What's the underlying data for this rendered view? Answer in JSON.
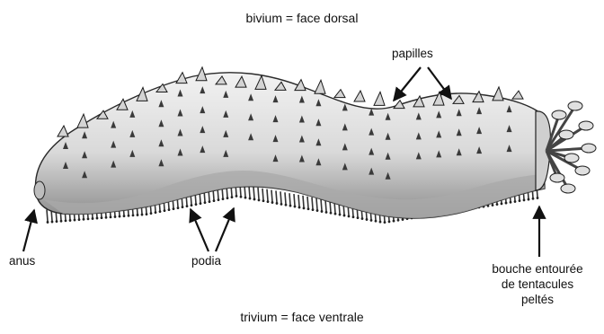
{
  "top_caption": "bivium = face dorsal",
  "bottom_caption": "trivium = face ventrale",
  "labels": {
    "papilles": "papilles",
    "anus": "anus",
    "podia": "podia",
    "bouche": [
      "bouche entourée",
      "de tentacules",
      "peltés"
    ]
  },
  "colors": {
    "body_fill": "#e6e6e6",
    "shade": "#9a9a9a",
    "ink": "#1a1a1a"
  }
}
